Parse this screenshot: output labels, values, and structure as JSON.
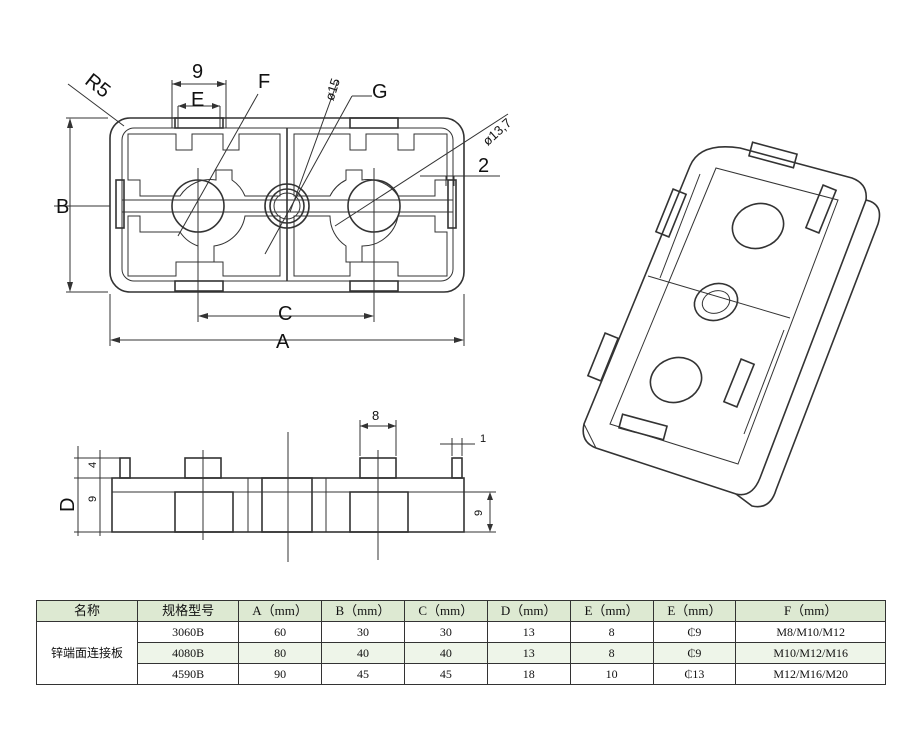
{
  "drawing": {
    "labels": {
      "r5": "R5",
      "dim9_top": "9",
      "E": "E",
      "F": "F",
      "phi15": "ø15",
      "G": "G",
      "phi13_7": "ø13,7",
      "dim2": "2",
      "B": "B",
      "C": "C",
      "A": "A",
      "dim8": "8",
      "dim1": "1",
      "dim4": "4",
      "D": "D",
      "dim9_left": "9",
      "dim9_right": "9"
    }
  },
  "table": {
    "headers": [
      "名称",
      "规格型号",
      "A（mm）",
      "B（mm）",
      "C（mm）",
      "D（mm）",
      "E（mm）",
      "E（mm）",
      "F（mm）"
    ],
    "product_name": "锌端面连接板",
    "rows": [
      [
        "3060B",
        "60",
        "30",
        "30",
        "13",
        "8",
        "₵9",
        "M8/M10/M12"
      ],
      [
        "4080B",
        "80",
        "40",
        "40",
        "13",
        "8",
        "₵9",
        "M10/M12/M16"
      ],
      [
        "4590B",
        "90",
        "45",
        "45",
        "18",
        "10",
        "₵13",
        "M12/M16/M20"
      ]
    ]
  },
  "colors": {
    "header_bg": "#dde9d2",
    "alt_row_bg": "#eef5e9",
    "line": "#333333"
  }
}
